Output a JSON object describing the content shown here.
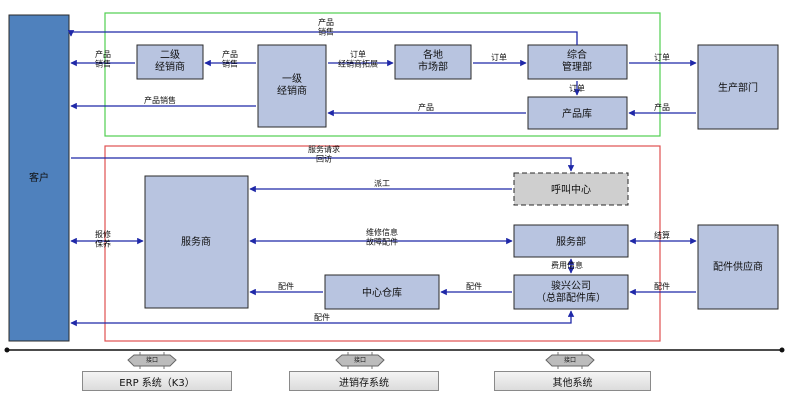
{
  "nodes": {
    "customer": "客户",
    "secondary_dealer": "二级\n经销商",
    "primary_dealer": "一级\n经销商",
    "market_dept": "各地\n市场部",
    "admin_dept": "综合\n管理部",
    "product_warehouse": "产品库",
    "production_dept": "生产部门",
    "service_provider": "服务商",
    "call_center": "呼叫中心",
    "service_dept": "服务部",
    "central_warehouse": "中心仓库",
    "junxing_company": "骏兴公司\n（总部配件库）",
    "parts_supplier": "配件供应商"
  },
  "edge_labels": {
    "top_product_sales": "产品\n销售",
    "cust_sec_sales": "产品\n销售",
    "sec_prim_sales": "产品\n销售",
    "order_dealer_expand": "订单\n经销商拓展",
    "order_market_admin": "订单",
    "order_admin_prod": "订单",
    "order_admin_wh": "订单",
    "product_sales_mid": "产品销售",
    "product_wh_prim": "产品",
    "product_prod_wh": "产品",
    "service_request": "服务请求\n回访",
    "dispatch": "派工",
    "repair_info": "维修信息\n故障配件",
    "repair_maintain": "报修\n保养",
    "cost_info": "费用信息",
    "settlement": "结算",
    "parts_central_sp": "配件",
    "parts_junxing_central": "配件",
    "parts_supplier_junxing": "配件",
    "parts_bottom": "配件"
  },
  "interface_label": "接口",
  "systems": [
    "ERP  系统（K3）",
    "进销存系统",
    "其他系统"
  ],
  "colors": {
    "box_fill": "#b8c4e0",
    "box_border": "#2a2a2a",
    "customer_fill": "#4f81bd",
    "arrow": "#1f28a8",
    "sales_frame": "#4fcf4f",
    "service_frame": "#e05050"
  }
}
